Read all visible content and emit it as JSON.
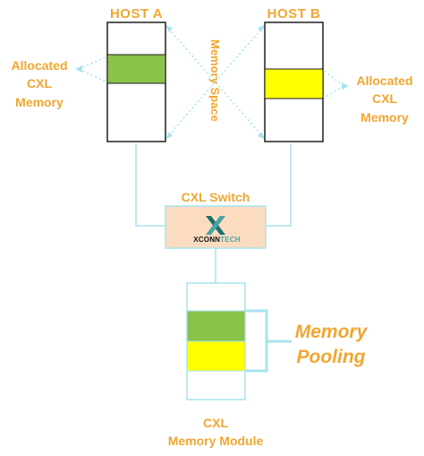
{
  "hosts": [
    {
      "title": "HOST A",
      "allocated_label_lines": [
        "Allocated",
        "CXL",
        "Memory"
      ],
      "allocated_color": "#8bc34a"
    },
    {
      "title": "HOST B",
      "allocated_label_lines": [
        "Allocated",
        "CXL",
        "Memory"
      ],
      "allocated_color": "#ffff00"
    }
  ],
  "memory_space_label": "Memory Space",
  "switch": {
    "title": "CXL Switch",
    "fill_color": "#fbdcc0",
    "logo": {
      "word1": "XCONN",
      "word2": "TECH",
      "icon": "xconn-x-logo-icon"
    }
  },
  "pooling_label_lines": [
    "Memory",
    "Pooling"
  ],
  "module_label_lines": [
    "CXL",
    "Memory Module"
  ],
  "colors": {
    "label": "#f0a630",
    "link": "#a7e3ef",
    "outline": "#1f1f1f",
    "host_a_segment": "#8bc34a",
    "host_b_segment": "#ffff00"
  }
}
